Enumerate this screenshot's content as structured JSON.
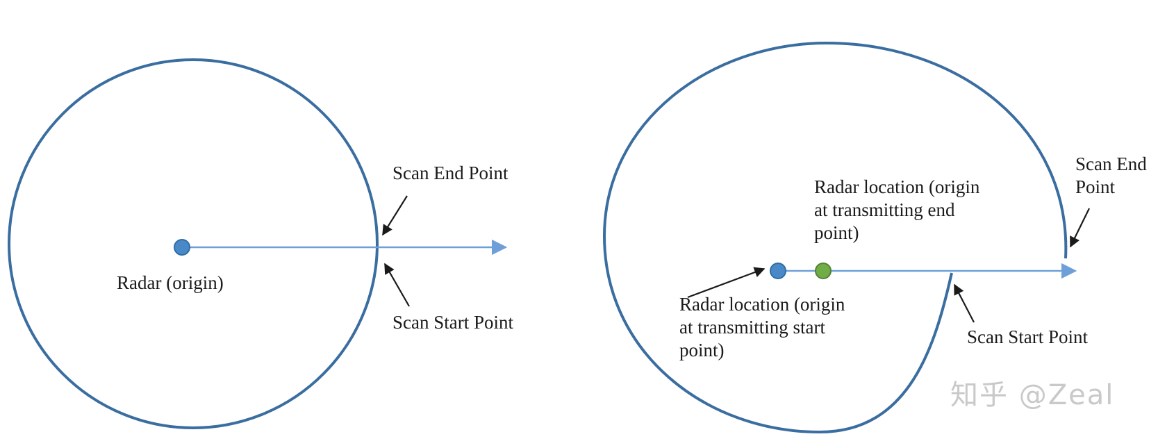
{
  "colors": {
    "outline": "#3a6da0",
    "beam": "#6f9fd8",
    "dot_blue_fill": "#4a89c7",
    "dot_blue_stroke": "#2e6da4",
    "dot_green_fill": "#71ad47",
    "dot_green_stroke": "#538135",
    "annotation": "#1a1a1a",
    "text": "#1b1b1b",
    "watermark": "#c9c9c9"
  },
  "left_figure": {
    "radar_label": "Radar (origin)",
    "scan_end_label": "Scan End Point",
    "scan_start_label": "Scan Start Point"
  },
  "right_figure": {
    "radar_end_label": {
      "lines": [
        "Radar location (origin",
        "at transmitting end",
        "point)"
      ]
    },
    "radar_start_label": {
      "lines": [
        "Radar location (origin",
        "at transmitting start",
        "point)"
      ]
    },
    "scan_end_label": {
      "lines": [
        "Scan End",
        "Point"
      ]
    },
    "scan_start_label": "Scan Start Point"
  },
  "watermark": "知乎 @Zeal"
}
